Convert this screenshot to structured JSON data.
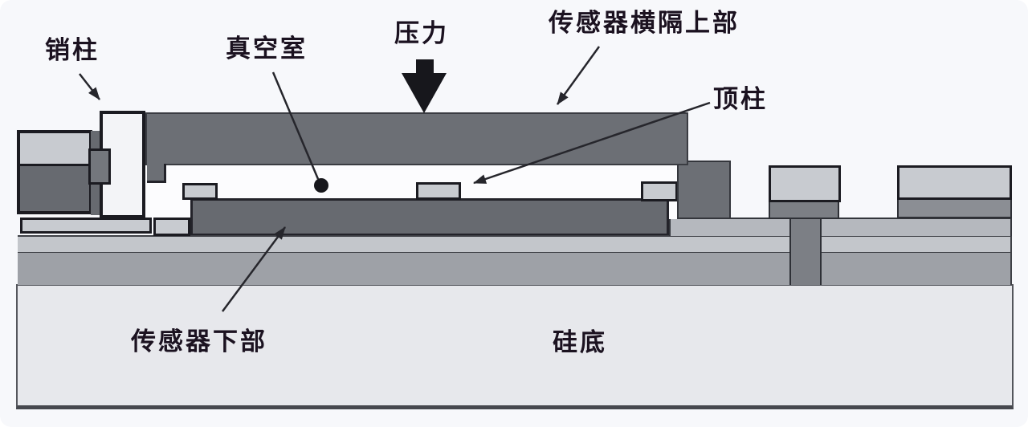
{
  "diagram": {
    "type": "mems-pressure-sensor-cross-section",
    "labels": {
      "pin_post": "销柱",
      "vacuum_chamber": "真空室",
      "pressure": "压力",
      "diaphragm_upper": "传感器横隔上部",
      "top_post": "顶柱",
      "sensor_lower": "传感器下部",
      "silicon_base": "硅底"
    },
    "colors": {
      "bg": "#f7f8fb",
      "chamber": "#fcfcfe",
      "plate": "#6c6f75",
      "lowerplate": "#676a70",
      "lightblock": "#c8cbd0",
      "pin": "#f3f4f7",
      "tab": "#74777d",
      "stem": "#7c7f85",
      "bumpb": "#8b8e94",
      "layer1": "#b5b8be",
      "layer2": "#c3c6cb",
      "layer3": "#9ea1a7",
      "substrate": "#e7e8ec",
      "outline": "#1b1b21",
      "line": "#26262c",
      "text": "#1b1220"
    }
  }
}
